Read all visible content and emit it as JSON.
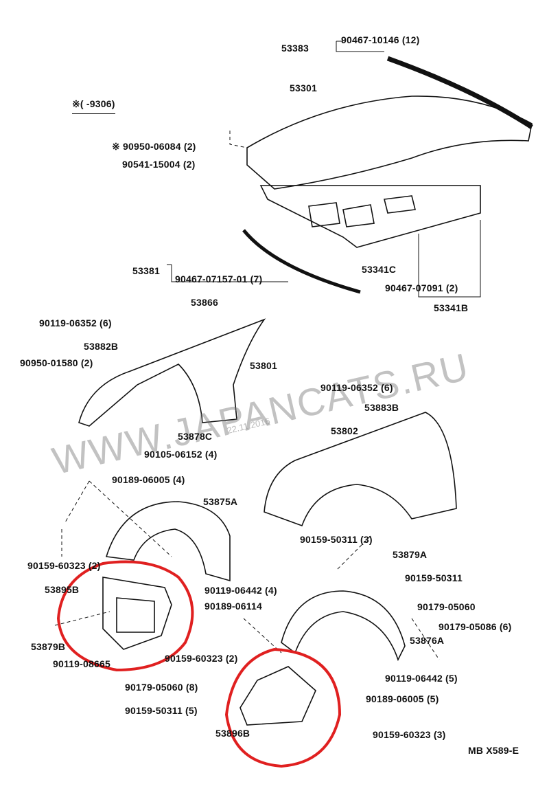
{
  "diagram_code": "MB  X589-E",
  "note": "※(        -9306)",
  "watermark": "WWW.JAPANCATS.RU",
  "watermark_date": "22.11.2016",
  "highlight_color": "#e02020",
  "labels": {
    "l53383": "53383",
    "l90467_10146": "90467-10146 (12)",
    "l53301": "53301",
    "l90950_06084": "※ 90950-06084 (2)",
    "l90541_15004": "90541-15004 (2)",
    "l53381": "53381",
    "l53341C": "53341C",
    "l90467_07157": "90467-07157-01 (7)",
    "l90467_07091": "90467-07091 (2)",
    "l53341B": "53341B",
    "l53866": "53866",
    "l90119_06352a": "90119-06352 (6)",
    "l53882B": "53882B",
    "l90950_01580": "90950-01580 (2)",
    "l53801": "53801",
    "l90119_06352b": "90119-06352 (6)",
    "l53883B": "53883B",
    "l53802": "53802",
    "l53878C": "53878C",
    "l90105_06152": "90105-06152 (4)",
    "l90189_06005a": "90189-06005 (4)",
    "l53875A": "53875A",
    "l90159_50311a": "90159-50311 (3)",
    "l53879A": "53879A",
    "l90159_60323a": "90159-60323 (2)",
    "l90159_50311b": "90159-50311",
    "l53895B": "53895B",
    "l90119_06442a": "90119-06442 (4)",
    "l90189_06114": "90189-06114",
    "l90179_05060a": "90179-05060",
    "l90179_05086": "90179-05086 (6)",
    "l53879B": "53879B",
    "l53876A": "53876A",
    "l90119_08665": "90119-08665",
    "l90159_60323b": "90159-60323 (2)",
    "l90119_06442b": "90119-06442 (5)",
    "l90179_05060b": "90179-05060 (8)",
    "l90189_06005b": "90189-06005 (5)",
    "l90159_50311c": "90159-50311 (5)",
    "l53896B": "53896B",
    "l90159_60323c": "90159-60323 (3)"
  }
}
